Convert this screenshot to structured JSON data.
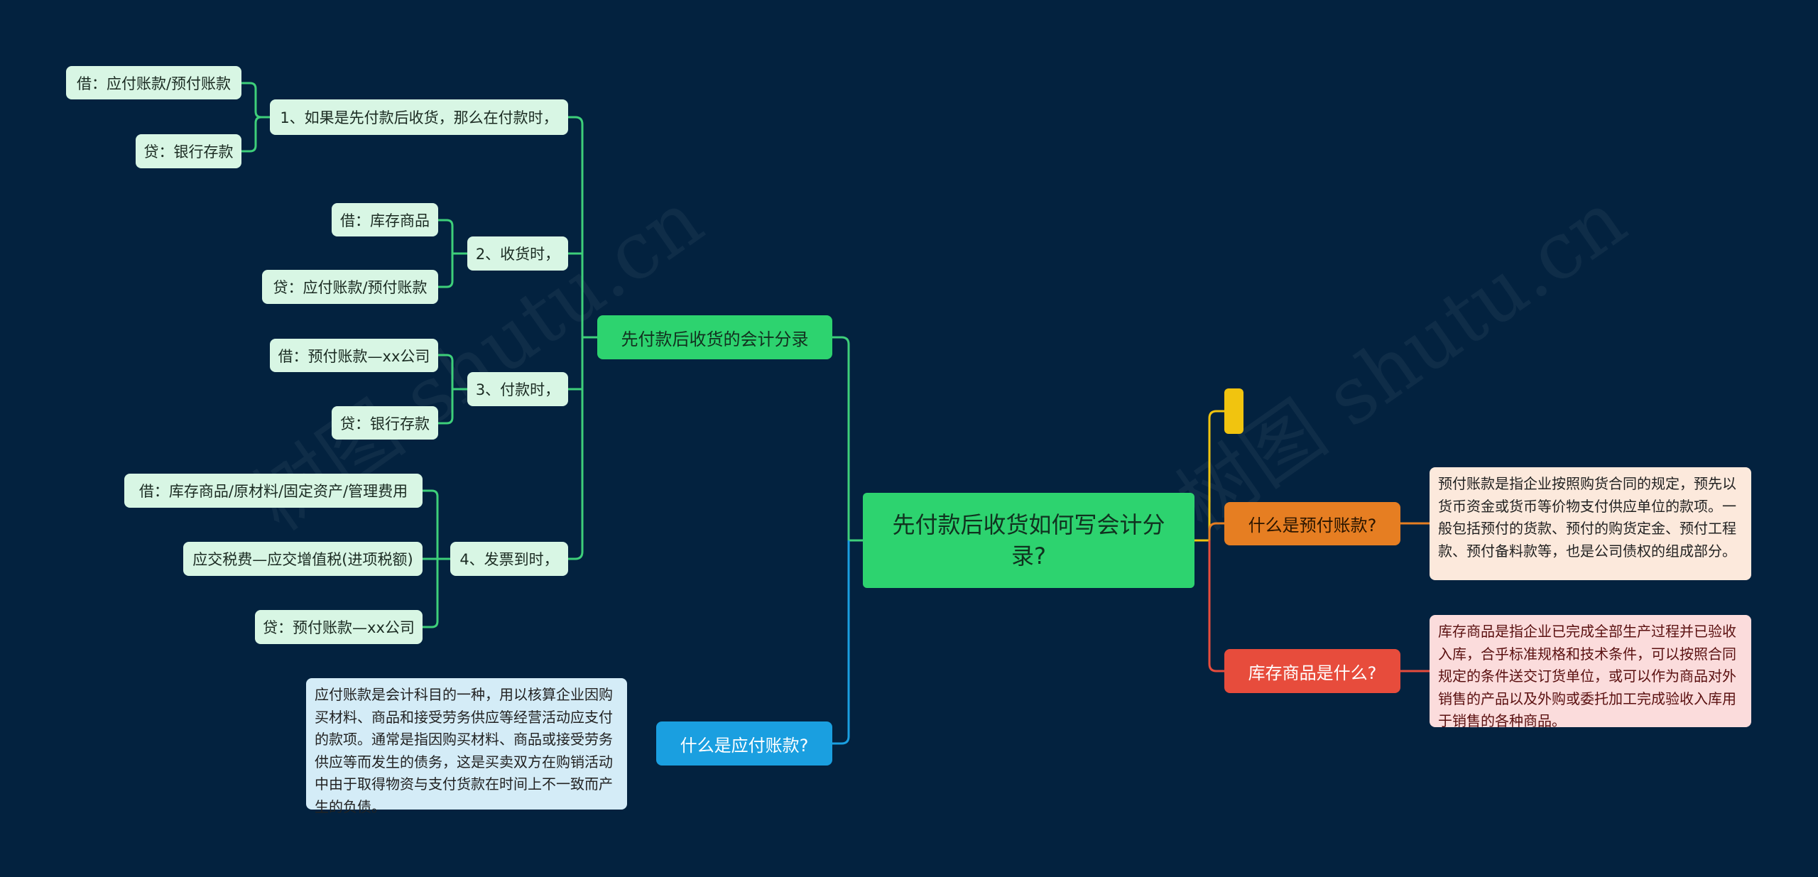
{
  "watermark": "树图 shutu.cn",
  "colors": {
    "background": "#03223f",
    "green": "#3ecf7a",
    "blue": "#1a9fe0",
    "yellow": "#f1c40f",
    "orange": "#e67e22",
    "red": "#e74c3c"
  },
  "root": {
    "label": "先付款后收货如何写会计分录?"
  },
  "branch_entries": {
    "label": "先付款后收货的会计分录",
    "steps": [
      {
        "label": "1、如果是先付款后收货，那么在付款时，",
        "items": [
          "借：应付账款/预付账款",
          "贷：银行存款"
        ]
      },
      {
        "label": "2、收货时，",
        "items": [
          "借：库存商品",
          "贷：应付账款/预付账款"
        ]
      },
      {
        "label": "3、付款时，",
        "items": [
          "借：预付账款—xx公司",
          "贷：银行存款"
        ]
      },
      {
        "label": "4、发票到时，",
        "items": [
          "借：库存商品/原材料/固定资产/管理费用",
          "应交税费—应交增值税(进项税额)",
          "贷：预付账款—xx公司"
        ]
      }
    ]
  },
  "branch_payable": {
    "label": "什么是应付账款?",
    "desc": "应付账款是会计科目的一种，用以核算企业因购买材料、商品和接受劳务供应等经营活动应支付的款项。通常是指因购买材料、商品或接受劳务供应等而发生的债务，这是买卖双方在购销活动中由于取得物资与支付货款在时间上不一致而产生的负债。"
  },
  "branch_prepaid": {
    "label": "什么是预付账款?",
    "desc": "预付账款是指企业按照购货合同的规定，预先以货币资金或货币等价物支付供应单位的款项。一般包括预付的货款、预付的购货定金、预付工程款、预付备料款等，也是公司债权的组成部分。"
  },
  "branch_inventory": {
    "label": "库存商品是什么?",
    "desc": "库存商品是指企业已完成全部生产过程并已验收入库，合乎标准规格和技术条件，可以按照合同规定的条件送交订货单位，或可以作为商品对外销售的产品以及外购或委托加工完成验收入库用于销售的各种商品。"
  }
}
